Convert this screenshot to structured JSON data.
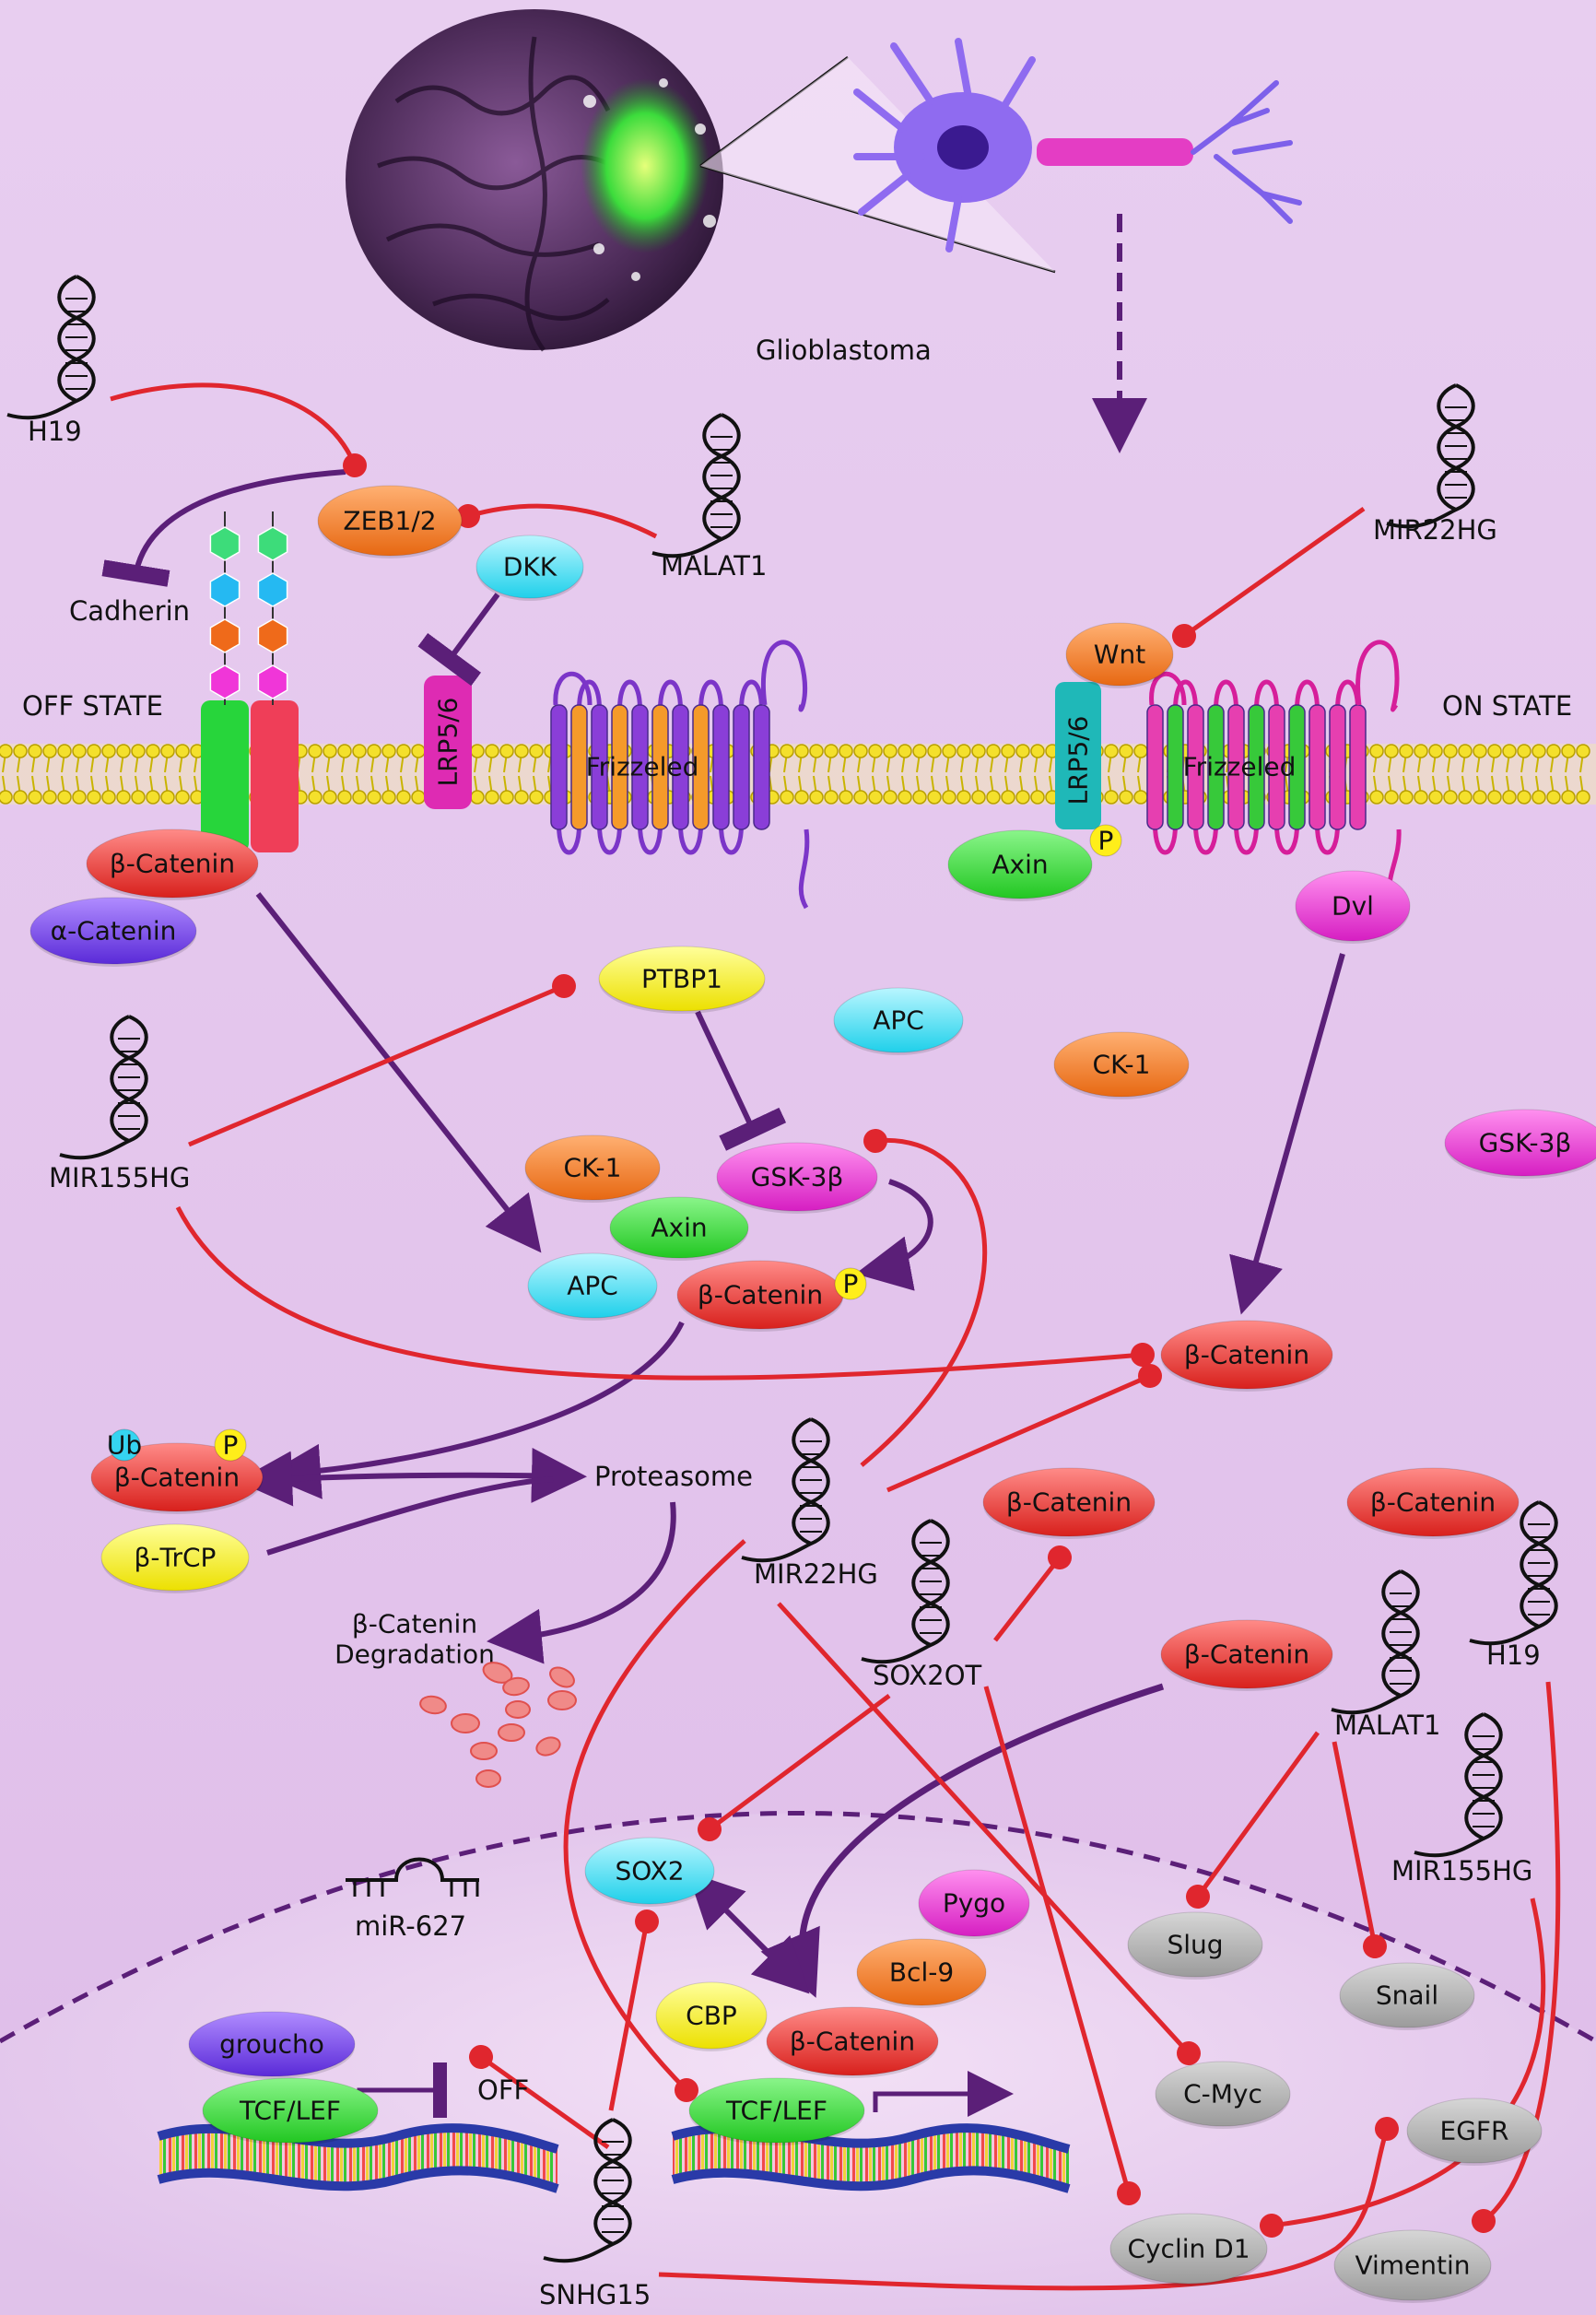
{
  "labels": {
    "glioblastoma": "Glioblastoma",
    "off_state": "OFF STATE",
    "on_state": "ON STATE",
    "cadherin": "Cadherin",
    "proteasome": "Proteasome",
    "degradation_1": "β-Catenin",
    "degradation_2": "Degradation",
    "off": "OFF",
    "mir627": "miR-627",
    "frizzled_left": "Frizzeled",
    "frizzled_right": "Frizzeled",
    "lrp_left": "LRP5/6",
    "lrp_right": "LRP5/6"
  },
  "lncrna": {
    "h19_top": "H19",
    "malat1_top": "MALAT1",
    "mir22hg_top": "MIR22HG",
    "mir155hg_left": "MIR155HG",
    "mir22hg_mid": "MIR22HG",
    "sox2ot": "SOX2OT",
    "malat1_right": "MALAT1",
    "h19_right": "H19",
    "mir155hg_right": "MIR155HG",
    "snhg15": "SNHG15"
  },
  "nodes": {
    "zeb": "ZEB1/2",
    "dkk": "DKK",
    "wnt": "Wnt",
    "bcat_membrane": "β-Catenin",
    "acat": "α-Catenin",
    "axin_on": "Axin",
    "dvl": "Dvl",
    "ptbp1": "PTBP1",
    "apc_top": "APC",
    "ck1_right": "CK-1",
    "gsk_right": "GSK-3β",
    "ck1_complex": "CK-1",
    "gsk_complex": "GSK-3β",
    "axin_complex": "Axin",
    "apc_complex": "APC",
    "bcat_phos": "β-Catenin",
    "bcat_on": "β-Catenin",
    "bcat_ub": "β-Catenin",
    "btrcp": "β-TrCP",
    "bcat_sox": "β-Catenin",
    "bcat_far": "β-Catenin",
    "bcat_nuc_entry": "β-Catenin",
    "sox2": "SOX2",
    "pygo": "Pygo",
    "bcl9": "Bcl-9",
    "cbp": "CBP",
    "bcat_nuc": "β-Catenin",
    "groucho": "groucho",
    "tcf_off": "TCF/LEF",
    "tcf_on": "TCF/LEF",
    "slug": "Slug",
    "snail": "Snail",
    "cmyc": "C-Myc",
    "egfr": "EGFR",
    "cyclind1": "Cyclin D1",
    "vimentin": "Vimentin"
  },
  "badges": {
    "p": "P",
    "ub": "Ub"
  },
  "colors": {
    "background": "#e6c8ee",
    "activation": "#5b1f78",
    "lncrna_link": "#e0262e",
    "membrane": "#f2dc2a"
  }
}
